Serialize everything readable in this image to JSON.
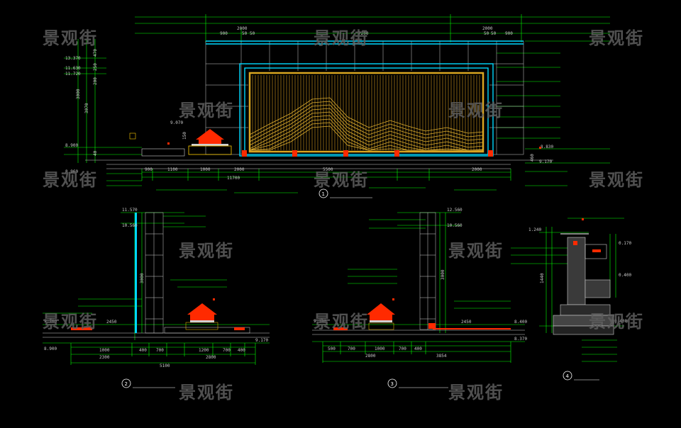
{
  "watermark": "景观街",
  "drawings": [
    {
      "number": "1",
      "title": "",
      "scale": ""
    },
    {
      "number": "2",
      "title": "",
      "scale": ""
    },
    {
      "number": "3",
      "title": "",
      "scale": ""
    },
    {
      "number": "4",
      "title": "",
      "scale": ""
    }
  ],
  "elevation_1": {
    "top_dims": [
      "2000",
      "2000",
      "900",
      "50",
      "50",
      "7200",
      "50",
      "50",
      "900"
    ],
    "levels": [
      "13.370",
      "11.630",
      "11.720",
      "9.070",
      "8.900",
      "8.960",
      "8.830",
      "9.170"
    ],
    "bottom_dims": [
      "900",
      "1100",
      "1000",
      "2000",
      "5500",
      "2000",
      "11700"
    ],
    "vert_dims": [
      "3000",
      "3070",
      "250",
      "470",
      "200",
      "150",
      "40",
      "460"
    ]
  },
  "section_2": {
    "levels": [
      "11.570",
      "10.560",
      "9.160",
      "8.900",
      "9.170"
    ],
    "bottom_dims": [
      "1000",
      "400",
      "700",
      "1200",
      "700",
      "400",
      "2300",
      "2800",
      "5100",
      "2450"
    ],
    "vert_dims": [
      "3000"
    ]
  },
  "section_3": {
    "levels": [
      "12.560",
      "10.560",
      "9.140",
      "8.400",
      "8.370"
    ],
    "bottom_dims": [
      "500",
      "700",
      "1000",
      "700",
      "400",
      "2800",
      "3854",
      "2450"
    ],
    "vert_dims": [
      "3000"
    ]
  },
  "detail_4": {
    "levels": [
      "1.240",
      "0.170",
      "0.400",
      "0.400"
    ],
    "vert_dims": [
      "1440"
    ]
  },
  "colors": {
    "background": "#000000",
    "dim_line": "#00ff00",
    "frame": "#00d8ff",
    "panel": "#d9a520",
    "lantern": "#ff2a00",
    "watermark": "#5f5f5f",
    "text": "#c8c8c8"
  }
}
